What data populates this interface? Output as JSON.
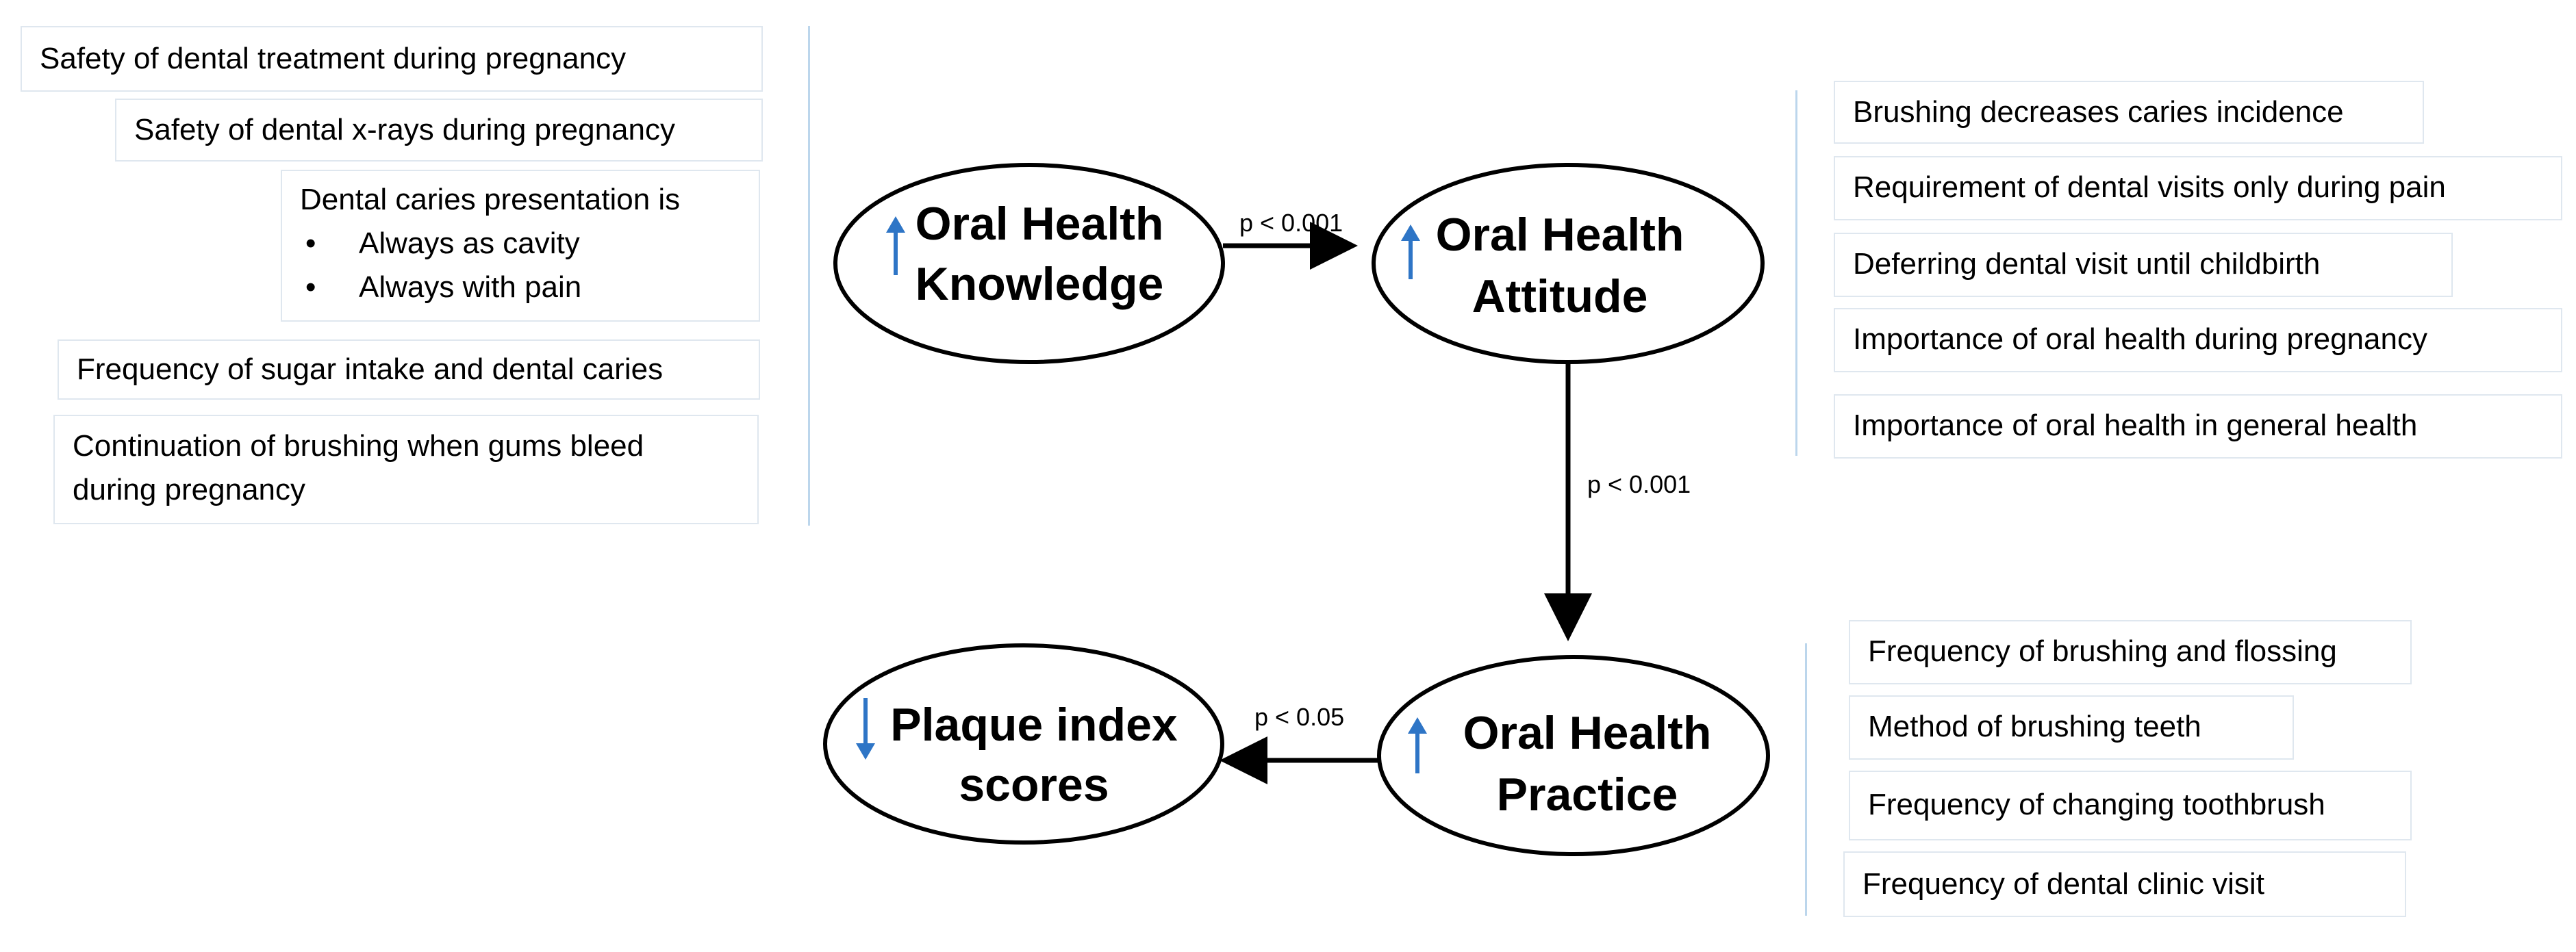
{
  "knowledge_items": {
    "safety_treatment": "Safety of dental treatment during pregnancy",
    "safety_xrays": "Safety of dental x-rays during pregnancy",
    "caries_presentation": {
      "title": "Dental caries presentation is",
      "bullets": [
        "Always as cavity",
        "Always with pain"
      ]
    },
    "sugar_intake": "Frequency of sugar intake and dental caries",
    "bleeding_gums": [
      "Continuation of brushing when gums bleed",
      "during pregnancy"
    ]
  },
  "attitude_items": [
    "Brushing decreases caries incidence",
    "Requirement of dental visits only during pain",
    "Deferring dental visit until childbirth",
    "Importance of oral health during pregnancy",
    "Importance of oral health in general health"
  ],
  "practice_items": [
    "Frequency of brushing and flossing",
    "Method of brushing teeth",
    "Frequency of changing toothbrush",
    "Frequency of dental clinic visit"
  ],
  "nodes": {
    "knowledge": {
      "lines": [
        "Oral Health",
        "Knowledge"
      ],
      "trend": "up"
    },
    "attitude": {
      "lines": [
        "Oral Health",
        "Attitude"
      ],
      "trend": "up"
    },
    "practice": {
      "lines": [
        "Oral Health",
        "Practice"
      ],
      "trend": "up"
    },
    "plaque": {
      "lines": [
        "Plaque index",
        "scores"
      ],
      "trend": "down"
    }
  },
  "edges": {
    "knowledge_attitude": "p < 0.001",
    "attitude_practice": "p < 0.001",
    "practice_plaque": "p < 0.05"
  },
  "colors": {
    "trend_arrow": "#2e75c6",
    "box_border": "#dfe7ef",
    "separator_line": "#bcd6ec",
    "edge": "#000000"
  },
  "icons": {
    "trend_up": "up-arrow-icon",
    "trend_down": "down-arrow-icon"
  }
}
